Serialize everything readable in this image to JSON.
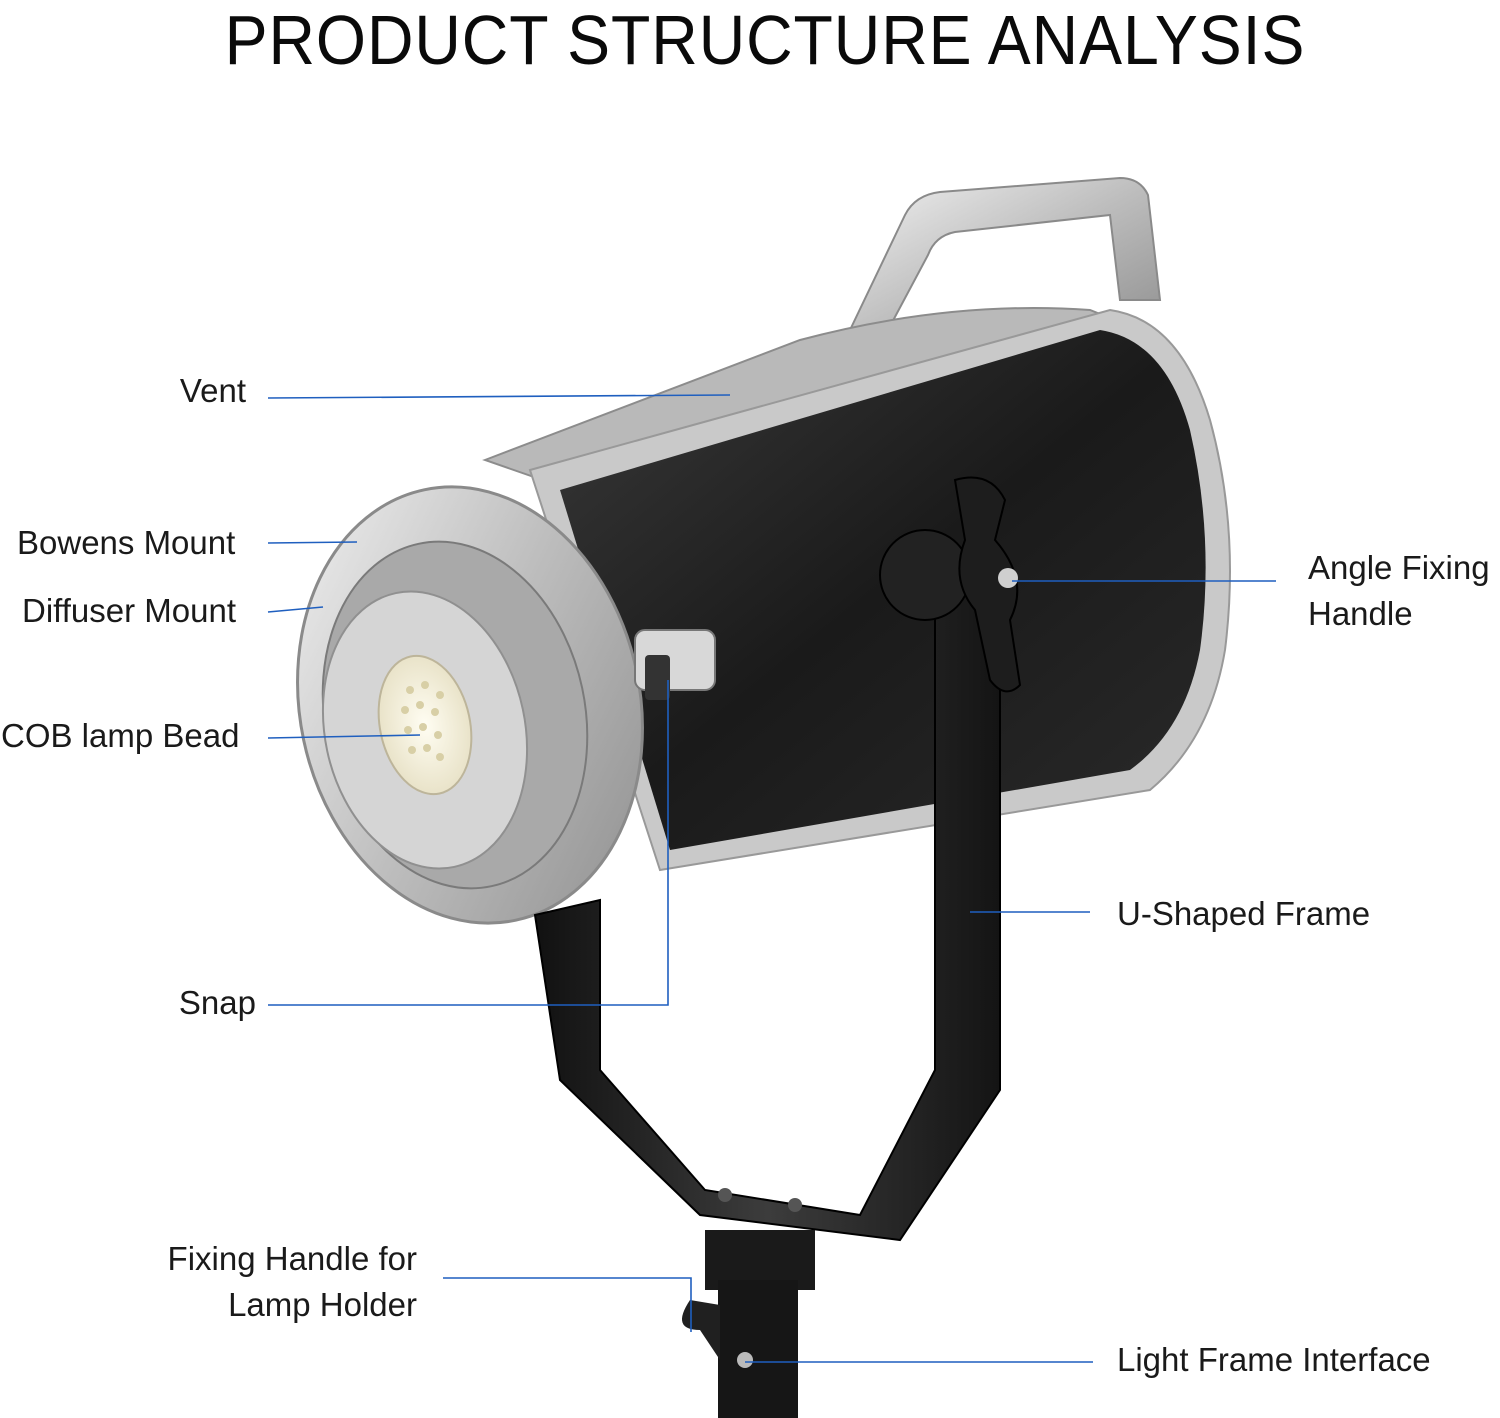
{
  "title": "PRODUCT STRUCTURE ANALYSIS",
  "labels": {
    "vent": "Vent",
    "bowens_mount": "Bowens Mount",
    "diffuser_mount": "Diffuser Mount",
    "cob_lamp_bead": "COB lamp Bead",
    "snap": "Snap",
    "fixing_handle_line1": "Fixing Handle for",
    "fixing_handle_line2": "Lamp Holder",
    "angle_fixing_line1": "Angle Fixing",
    "angle_fixing_line2": "Handle",
    "u_shaped_frame": "U-Shaped Frame",
    "light_frame_interface": "Light Frame Interface"
  },
  "colors": {
    "leader_line": "#1f5fbf",
    "body_dark": "#1c1c1c",
    "silver": "#c9c9c9"
  }
}
